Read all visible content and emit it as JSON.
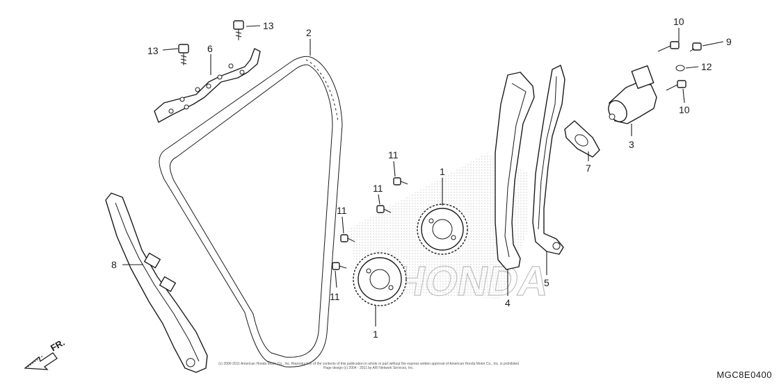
{
  "diagram": {
    "code": "MGC8E0400",
    "front_indicator": "FR.",
    "watermark": "HONDA",
    "copyright_line1": "(c) 2000-2011 American Honda Motor Co., Inc. Reproduction of the contents of this publication in whole or part without the express written approval of American Honda Motor Co., Inc. is prohibited",
    "copyright_line2": "Page design (c) 2004 - 2011 by ARI Network Services, Inc."
  },
  "callouts": [
    {
      "id": "c-1a",
      "label": "1"
    },
    {
      "id": "c-1b",
      "label": "1"
    },
    {
      "id": "c-2",
      "label": "2"
    },
    {
      "id": "c-3",
      "label": "3"
    },
    {
      "id": "c-4",
      "label": "4"
    },
    {
      "id": "c-5",
      "label": "5"
    },
    {
      "id": "c-6",
      "label": "6"
    },
    {
      "id": "c-7",
      "label": "7"
    },
    {
      "id": "c-8",
      "label": "8"
    },
    {
      "id": "c-9",
      "label": "9"
    },
    {
      "id": "c-10a",
      "label": "10"
    },
    {
      "id": "c-10b",
      "label": "10"
    },
    {
      "id": "c-11a",
      "label": "11"
    },
    {
      "id": "c-11b",
      "label": "11"
    },
    {
      "id": "c-11c",
      "label": "11"
    },
    {
      "id": "c-11d",
      "label": "11"
    },
    {
      "id": "c-12",
      "label": "12"
    },
    {
      "id": "c-13a",
      "label": "13"
    },
    {
      "id": "c-13b",
      "label": "13"
    }
  ]
}
